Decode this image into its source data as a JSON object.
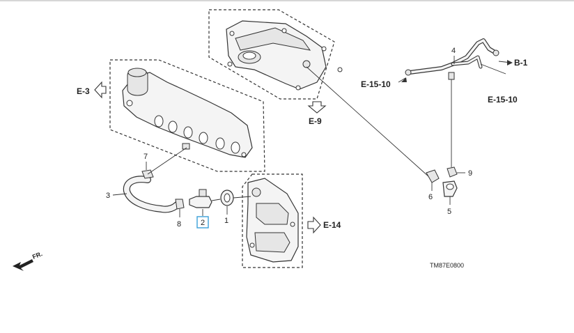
{
  "diagram": {
    "part_callouts": [
      "1",
      "2",
      "3",
      "4",
      "5",
      "6",
      "7",
      "8",
      "9"
    ],
    "highlighted_callout": "2",
    "references": {
      "e3": "E-3",
      "e9": "E-9",
      "e14": "E-14",
      "e15_10_left": "E-15-10",
      "e15_10_right": "E-15-10",
      "b1": "B-1"
    },
    "front_indicator": "FR.",
    "diagram_code": "TM87E0800"
  },
  "colors": {
    "line": "#333333",
    "highlight": "#3aa0d8",
    "background": "#ffffff"
  }
}
